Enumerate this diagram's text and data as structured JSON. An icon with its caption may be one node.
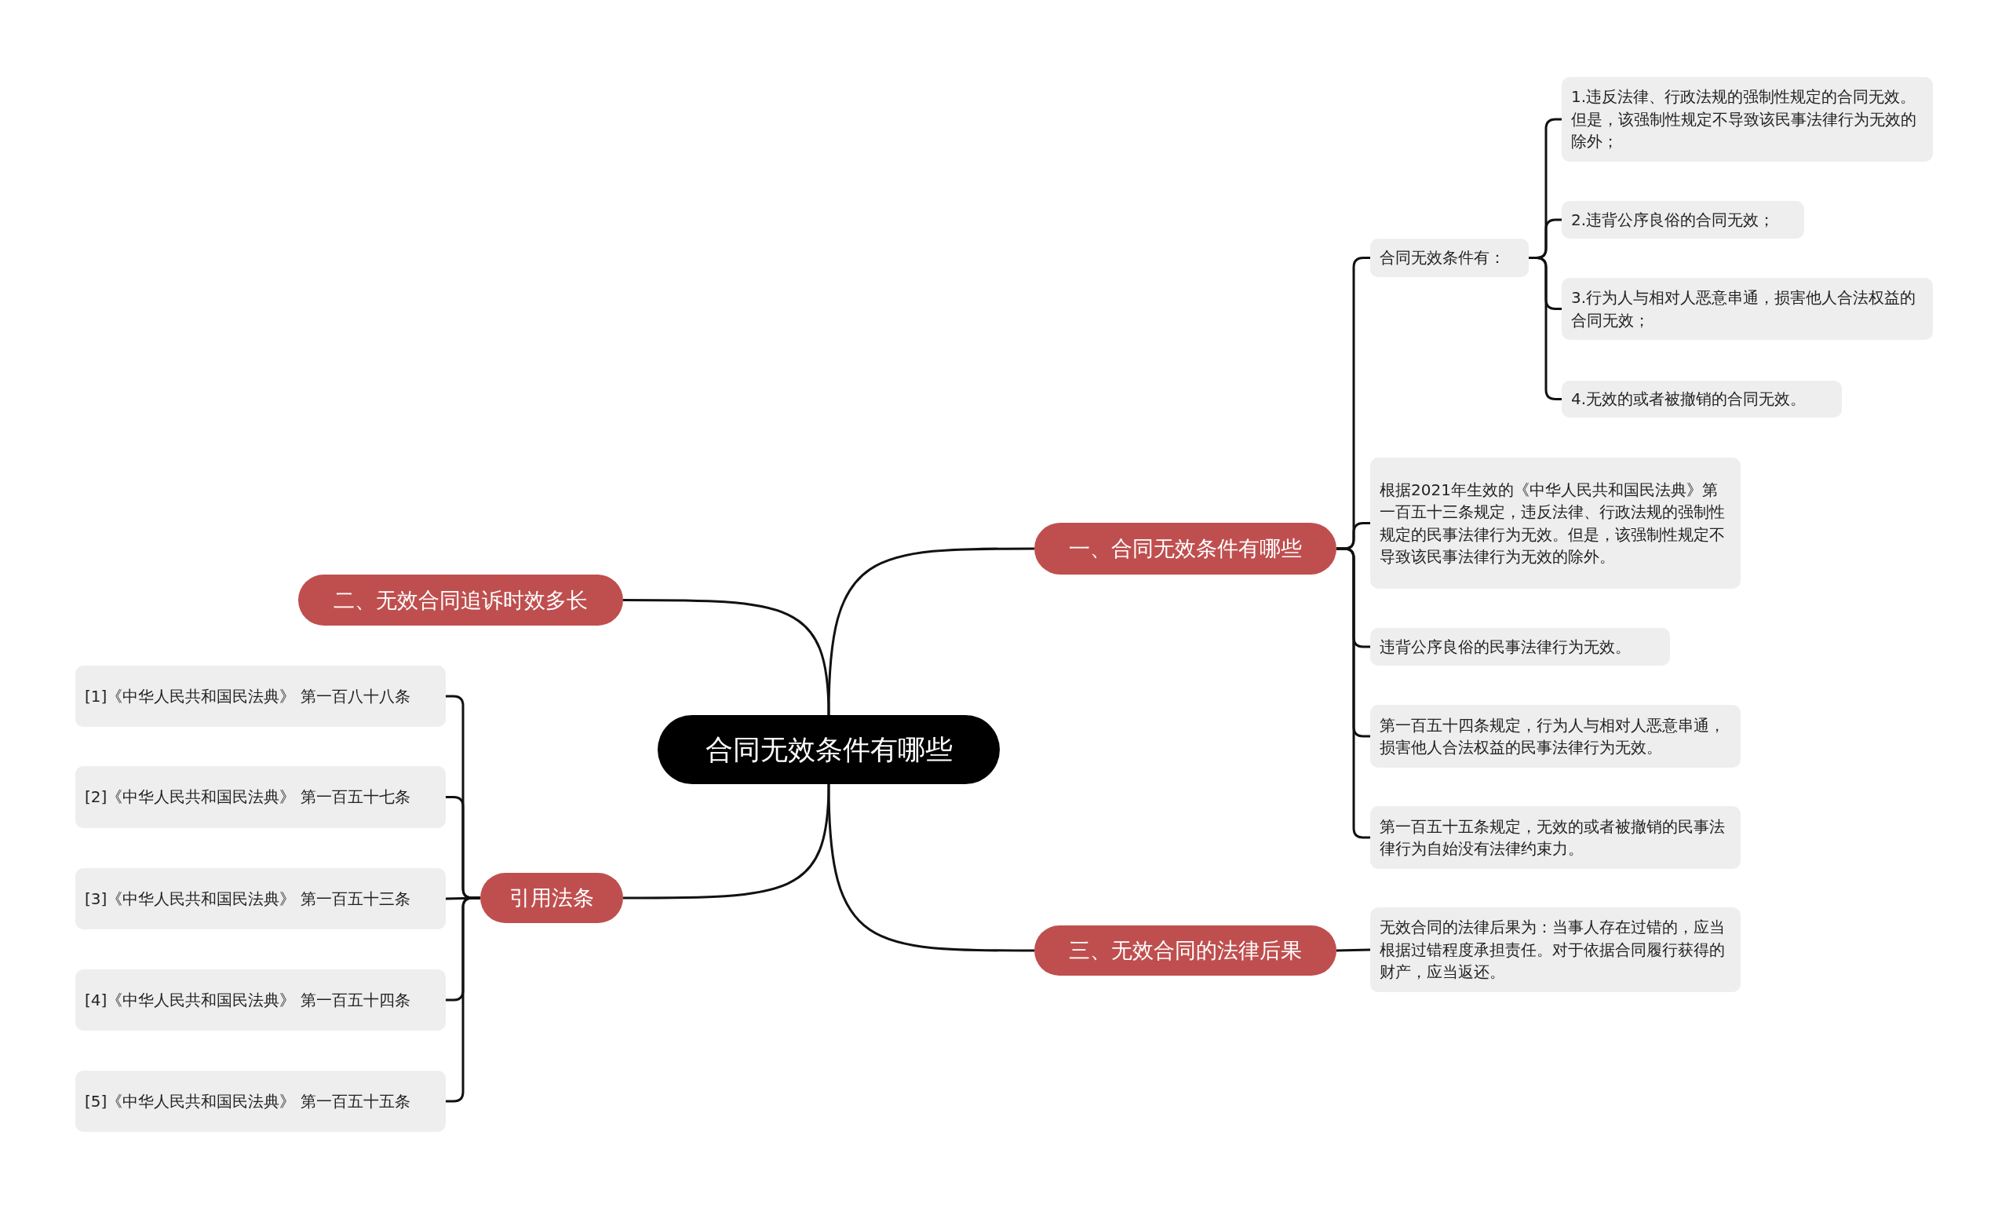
{
  "diagram": {
    "nodes": [
      {
        "text": [
          "合同无效条件有哪些"
        ]
      },
      {
        "text": [
          "一、合同无效条件有哪些"
        ]
      },
      {
        "text": [
          "合同无效条件有："
        ]
      },
      {
        "text": [
          "1.违反法律、行政法规的强制性规定的合同无效。但是，该强制性规定不导致该民事法律行为无效的除外；"
        ]
      },
      {
        "text": [
          "2.违背公序良俗的合同无效；"
        ]
      },
      {
        "text": [
          "3.行为人与相对人恶意串通，损害他人合法权益的合同无效；"
        ]
      },
      {
        "text": [
          "4.无效的或者被撤销的合同无效。"
        ]
      },
      {
        "text": [
          "根据2021年生效的《中华人民共和国民法典》第一百五十三条规定，违反法律、行政法规的强制性规定的民事法律行为无效。但是，该强制性规定不导致该民事法律行为无效的除外。"
        ]
      },
      {
        "text": [
          "违背公序良俗的民事法律行为无效。"
        ]
      },
      {
        "text": [
          "第一百五十四条规定，行为人与相对人恶意串通，损害他人合法权益的民事法律行为无效。"
        ]
      },
      {
        "text": [
          "第一百五十五条规定，无效的或者被撤销的民事法律行为自始没有法律约束力。"
        ]
      },
      {
        "text": [
          "三、无效合同的法律后果"
        ]
      },
      {
        "text": [
          "无效合同的法律后果为：当事人存在过错的，应当根据过错程度承担责任。对于依据合同履行获得的财产，应当返还。"
        ]
      },
      {
        "text": [
          "二、无效合同追诉时效多长"
        ]
      },
      {
        "text": [
          "引用法条"
        ]
      },
      {
        "text": [
          "[1]《中华人民共和国民法典》 第一百八十八条"
        ]
      },
      {
        "text": [
          "[2]《中华人民共和国民法典》 第一百五十七条"
        ]
      },
      {
        "text": [
          "[3]《中华人民共和国民法典》 第一百五十三条"
        ]
      },
      {
        "text": [
          "[4]《中华人民共和国民法典》 第一百五十四条"
        ]
      },
      {
        "text": [
          "[5]《中华人民共和国民法典》 第一百五十五条"
        ]
      }
    ],
    "edges": [
      {
        "from": 0,
        "to": 1,
        "arrow": "none"
      },
      {
        "from": 1,
        "to": 2,
        "arrow": "none"
      },
      {
        "from": 2,
        "to": 3,
        "arrow": "none"
      },
      {
        "from": 2,
        "to": 4,
        "arrow": "none"
      },
      {
        "from": 2,
        "to": 5,
        "arrow": "none"
      },
      {
        "from": 2,
        "to": 6,
        "arrow": "none"
      },
      {
        "from": 1,
        "to": 7,
        "arrow": "none"
      },
      {
        "from": 1,
        "to": 8,
        "arrow": "none"
      },
      {
        "from": 1,
        "to": 9,
        "arrow": "none"
      },
      {
        "from": 1,
        "to": 10,
        "arrow": "none"
      },
      {
        "from": 0,
        "to": 11,
        "arrow": "none"
      },
      {
        "from": 11,
        "to": 12,
        "arrow": "none"
      },
      {
        "from": 0,
        "to": 13,
        "arrow": "none"
      },
      {
        "from": 0,
        "to": 14,
        "arrow": "none"
      },
      {
        "from": 14,
        "to": 15,
        "arrow": "none"
      },
      {
        "from": 14,
        "to": 16,
        "arrow": "none"
      },
      {
        "from": 14,
        "to": 17,
        "arrow": "none"
      },
      {
        "from": 14,
        "to": 18,
        "arrow": "none"
      },
      {
        "from": 14,
        "to": 19,
        "arrow": "none"
      }
    ]
  }
}
